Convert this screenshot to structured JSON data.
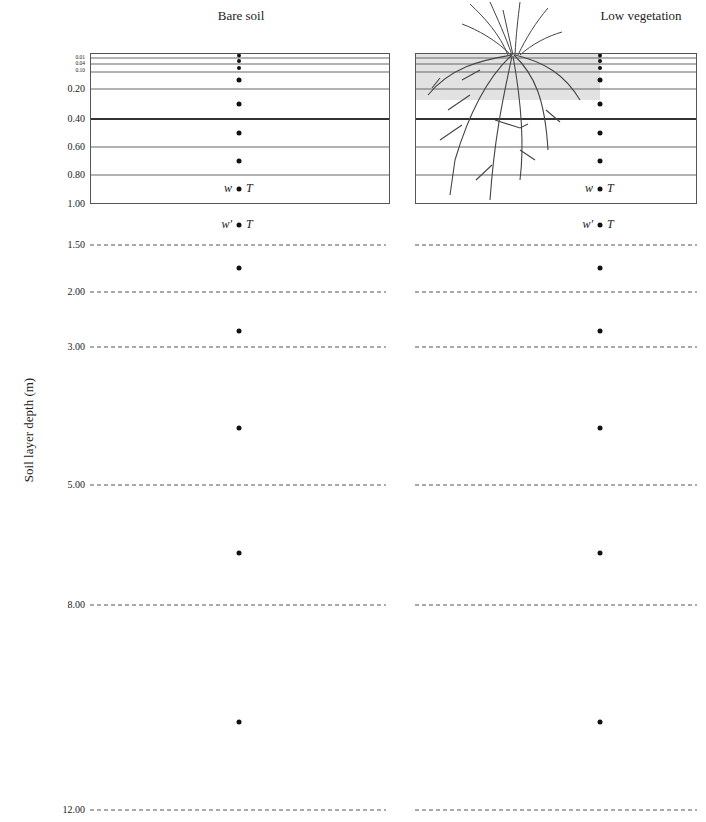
{
  "diagram": {
    "nodes": [
      {
        "text": [
          "Bare soil"
        ]
      },
      {
        "text": [
          "Low vegetation"
        ]
      }
    ],
    "labels": [
      "Soil layer depth (m)",
      "0.01",
      "0.04",
      "0.10",
      "0.20",
      "0.40",
      "0.60",
      "0.80",
      "1.00",
      "1.50",
      "2.00",
      "3.00",
      "5.00",
      "8.00",
      "12.00",
      "w",
      "T",
      "w'",
      "T",
      "w",
      "T",
      "w'",
      "T"
    ]
  }
}
